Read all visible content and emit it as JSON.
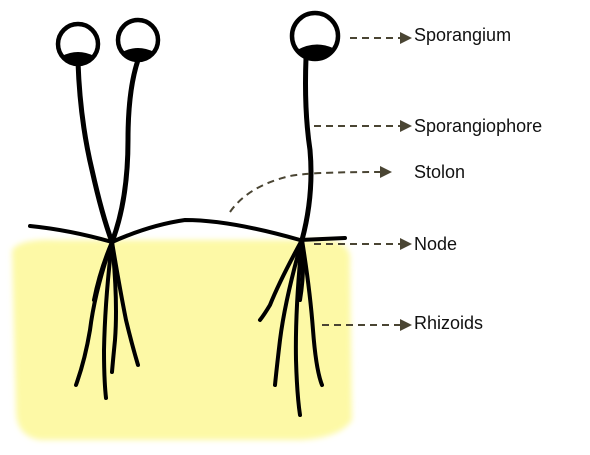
{
  "labels": {
    "sporangium": "Sporangium",
    "sporangiophore": "Sporangiophore",
    "stolon": "Stolon",
    "node": "Node",
    "rhizoids": "Rhizoids"
  },
  "colors": {
    "substrate": "#fdf9a6",
    "substrate_edge": "#fefcd2",
    "hyphae": "#000000",
    "arrow": "#4a4533",
    "label_text": "#111111"
  }
}
